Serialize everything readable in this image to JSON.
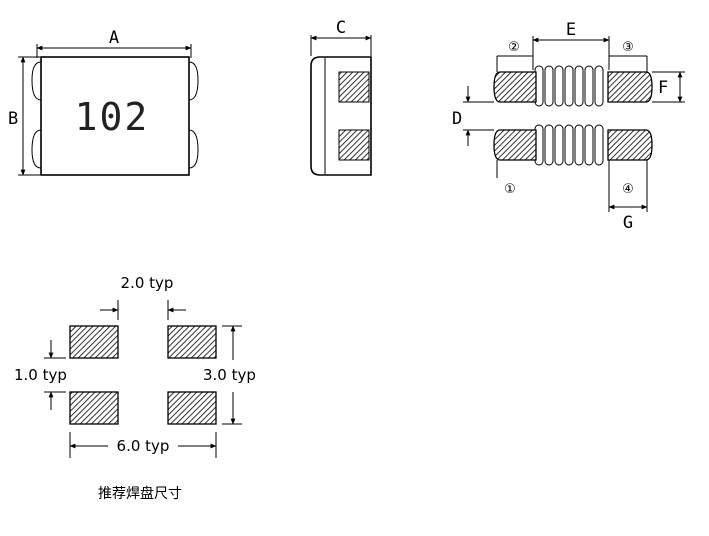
{
  "top_view": {
    "marking": "102",
    "dim_a": "A",
    "dim_b": "B"
  },
  "side_view": {
    "dim_c": "C"
  },
  "coil_view": {
    "dim_d": "D",
    "dim_e": "E",
    "dim_f": "F",
    "dim_g": "G",
    "pin_1": "①",
    "pin_2": "②",
    "pin_3": "③",
    "pin_4": "④"
  },
  "land_pattern": {
    "pad_pitch": "2.0 typ",
    "pad_height": "1.0 typ",
    "overall_height": "3.0 typ",
    "overall_width": "6.0 typ",
    "caption": "推荐焊盘尺寸"
  }
}
